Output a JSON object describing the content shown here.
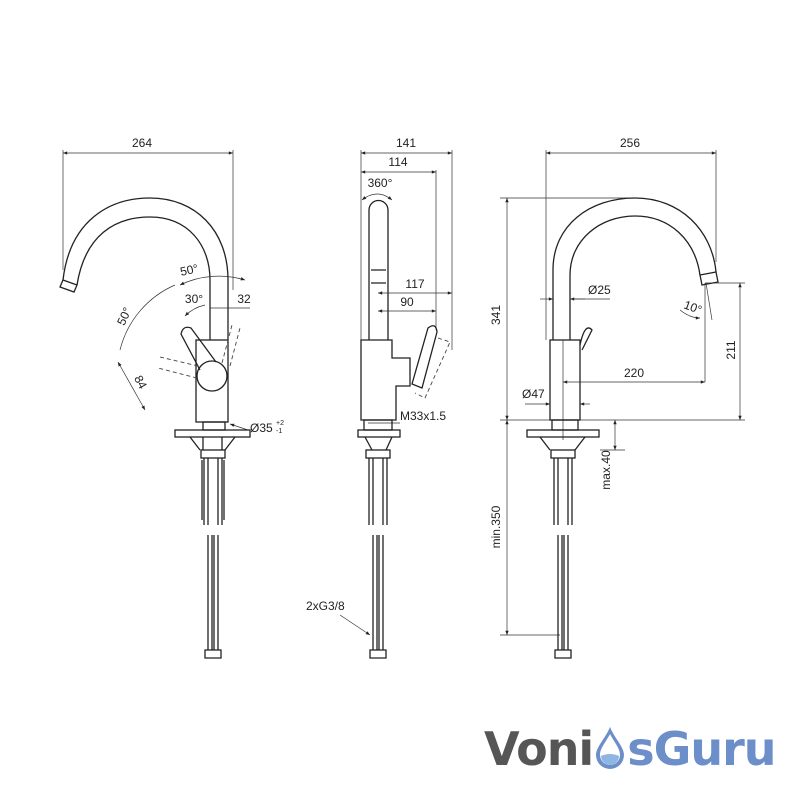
{
  "front_view": {
    "width": "264",
    "angle_top": "50°",
    "angle_left": "50°",
    "angle_inner": "30°",
    "offset": "32",
    "lever_length": "84",
    "hole_diameter": "Ø35",
    "tol_plus": "+2",
    "tol_minus": "-1"
  },
  "side_view": {
    "width_total": "141",
    "width_spout": "114",
    "swivel": "360°",
    "lever_reach_max": "117",
    "lever_reach": "90",
    "thread": "M33x1.5",
    "connections": "2xG3/8"
  },
  "profile_view": {
    "width": "256",
    "height": "341",
    "spout_diameter": "Ø25",
    "body_diameter": "Ø47",
    "tilt": "10°",
    "outlet_height": "211",
    "reach": "220",
    "hose_length": "min.350",
    "deck_thickness": "max.40"
  },
  "logo": {
    "part1": "Voni",
    "part2": "sGuru",
    "colors": {
      "gray": "#565656",
      "blue": "#6c8fca"
    }
  }
}
